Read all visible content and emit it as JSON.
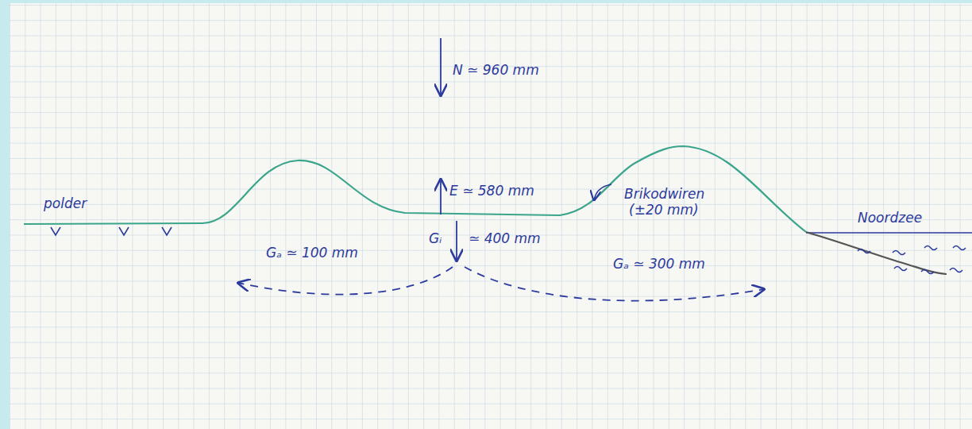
{
  "diagram": {
    "labels": [
      "N ≃ 960 mm",
      "E ≃ 580 mm",
      "Gᵢ",
      "≃ 400 mm",
      "Gₐ ≃ 100 mm",
      "Gₐ ≃ 300 mm",
      "Brikodwiren",
      "(±20 mm)",
      "polder",
      "Noordzee"
    ]
  }
}
